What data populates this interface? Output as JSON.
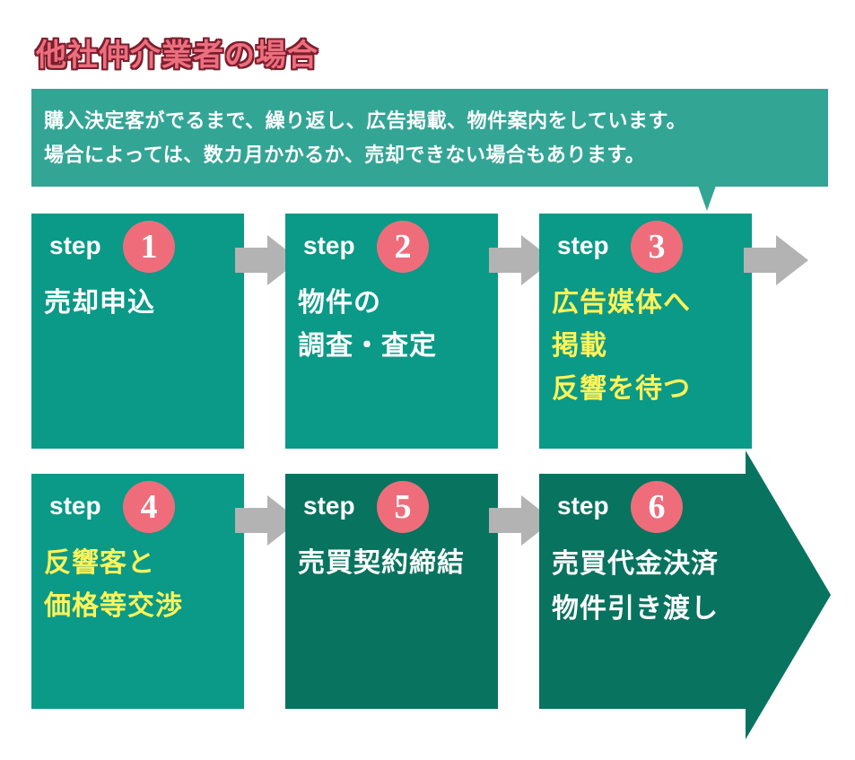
{
  "title": "他社仲介業者の場合",
  "banner": {
    "line1": "購入決定客がでるまで、繰り返し、広告掲載、物件案内をしています。",
    "line2": "場合によっては、数カ月かかるか、売却できない場合もあります。"
  },
  "steps": [
    {
      "label": "step",
      "num": "1",
      "lines": [
        "売却申込"
      ]
    },
    {
      "label": "step",
      "num": "2",
      "lines": [
        "物件の",
        "調査・査定"
      ]
    },
    {
      "label": "step",
      "num": "3",
      "lines": [
        "広告媒体へ",
        "掲載",
        "反響を待つ"
      ]
    },
    {
      "label": "step",
      "num": "4",
      "lines": [
        "反響客と",
        "価格等交渉"
      ]
    },
    {
      "label": "step",
      "num": "5",
      "lines": [
        "売買契約締結"
      ]
    },
    {
      "label": "step",
      "num": "6",
      "lines": [
        "売買代金決済",
        "物件引き渡し"
      ]
    }
  ],
  "colors": {
    "box": "#0a9a87",
    "box_dark": "#08735f",
    "banner": "#33a595",
    "number_circle": "#ef6d7b",
    "highlight_text": "#fff35a",
    "arrow": "#b3b3b3",
    "title": "#ec6f7f"
  }
}
